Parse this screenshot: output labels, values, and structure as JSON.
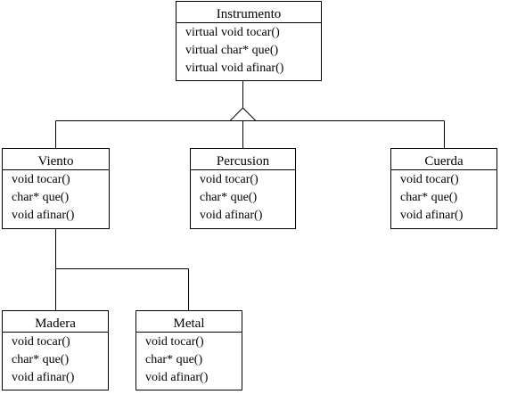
{
  "diagram": {
    "classes": {
      "instrumento": {
        "name": "Instrumento",
        "methods": [
          "virtual void tocar()",
          "virtual char* que()",
          "virtual void afinar()"
        ]
      },
      "viento": {
        "name": "Viento",
        "methods": [
          "void tocar()",
          "char* que()",
          "void afinar()"
        ]
      },
      "percusion": {
        "name": "Percusion",
        "methods": [
          "void tocar()",
          "char* que()",
          "void afinar()"
        ]
      },
      "cuerda": {
        "name": "Cuerda",
        "methods": [
          "void tocar()",
          "char* que()",
          "void afinar()"
        ]
      },
      "madera": {
        "name": "Madera",
        "methods": [
          "void tocar()",
          "char* que()",
          "void afinar()"
        ]
      },
      "metal": {
        "name": "Metal",
        "methods": [
          "void tocar()",
          "char* que()",
          "void afinar()"
        ]
      }
    },
    "relations": [
      {
        "type": "inheritance",
        "parent": "Instrumento",
        "children": [
          "Viento",
          "Percusion",
          "Cuerda"
        ]
      },
      {
        "type": "plain-line",
        "parent": "Viento",
        "children": [
          "Madera",
          "Metal"
        ]
      }
    ]
  }
}
